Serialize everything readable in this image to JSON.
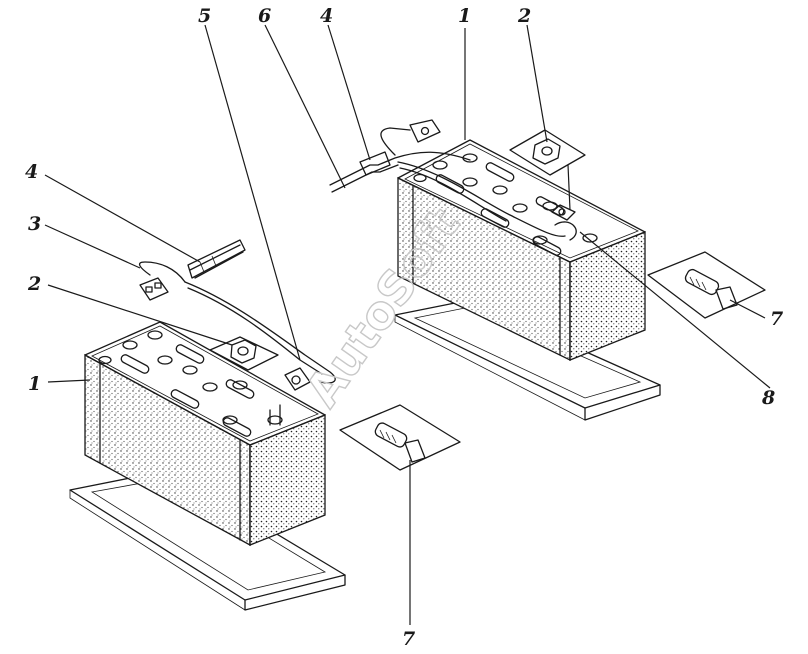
{
  "labels": {
    "l1a": "1",
    "l1b": "1",
    "l2a": "2",
    "l2b": "2",
    "l3": "3",
    "l4a": "4",
    "l4b": "4",
    "l5": "5",
    "l6": "6",
    "l7a": "7",
    "l7b": "7",
    "l8": "8"
  },
  "watermark": "AutoSoft",
  "colors": {
    "ink": "#1a1a1a",
    "watermark": "#c8c8c8"
  }
}
